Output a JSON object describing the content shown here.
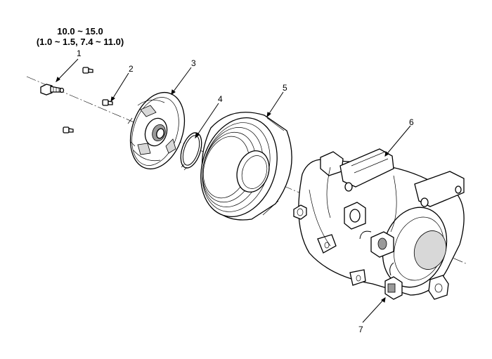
{
  "torque_spec": {
    "line1": "10.0 ~ 15.0",
    "line2": "(1.0 ~ 1.5, 7.4 ~ 11.0)"
  },
  "callouts": {
    "c1": "1",
    "c2": "2",
    "c3": "3",
    "c4": "4",
    "c5": "5",
    "c6": "6",
    "c7": "7"
  },
  "colors": {
    "line": "#000000",
    "background": "#ffffff"
  }
}
